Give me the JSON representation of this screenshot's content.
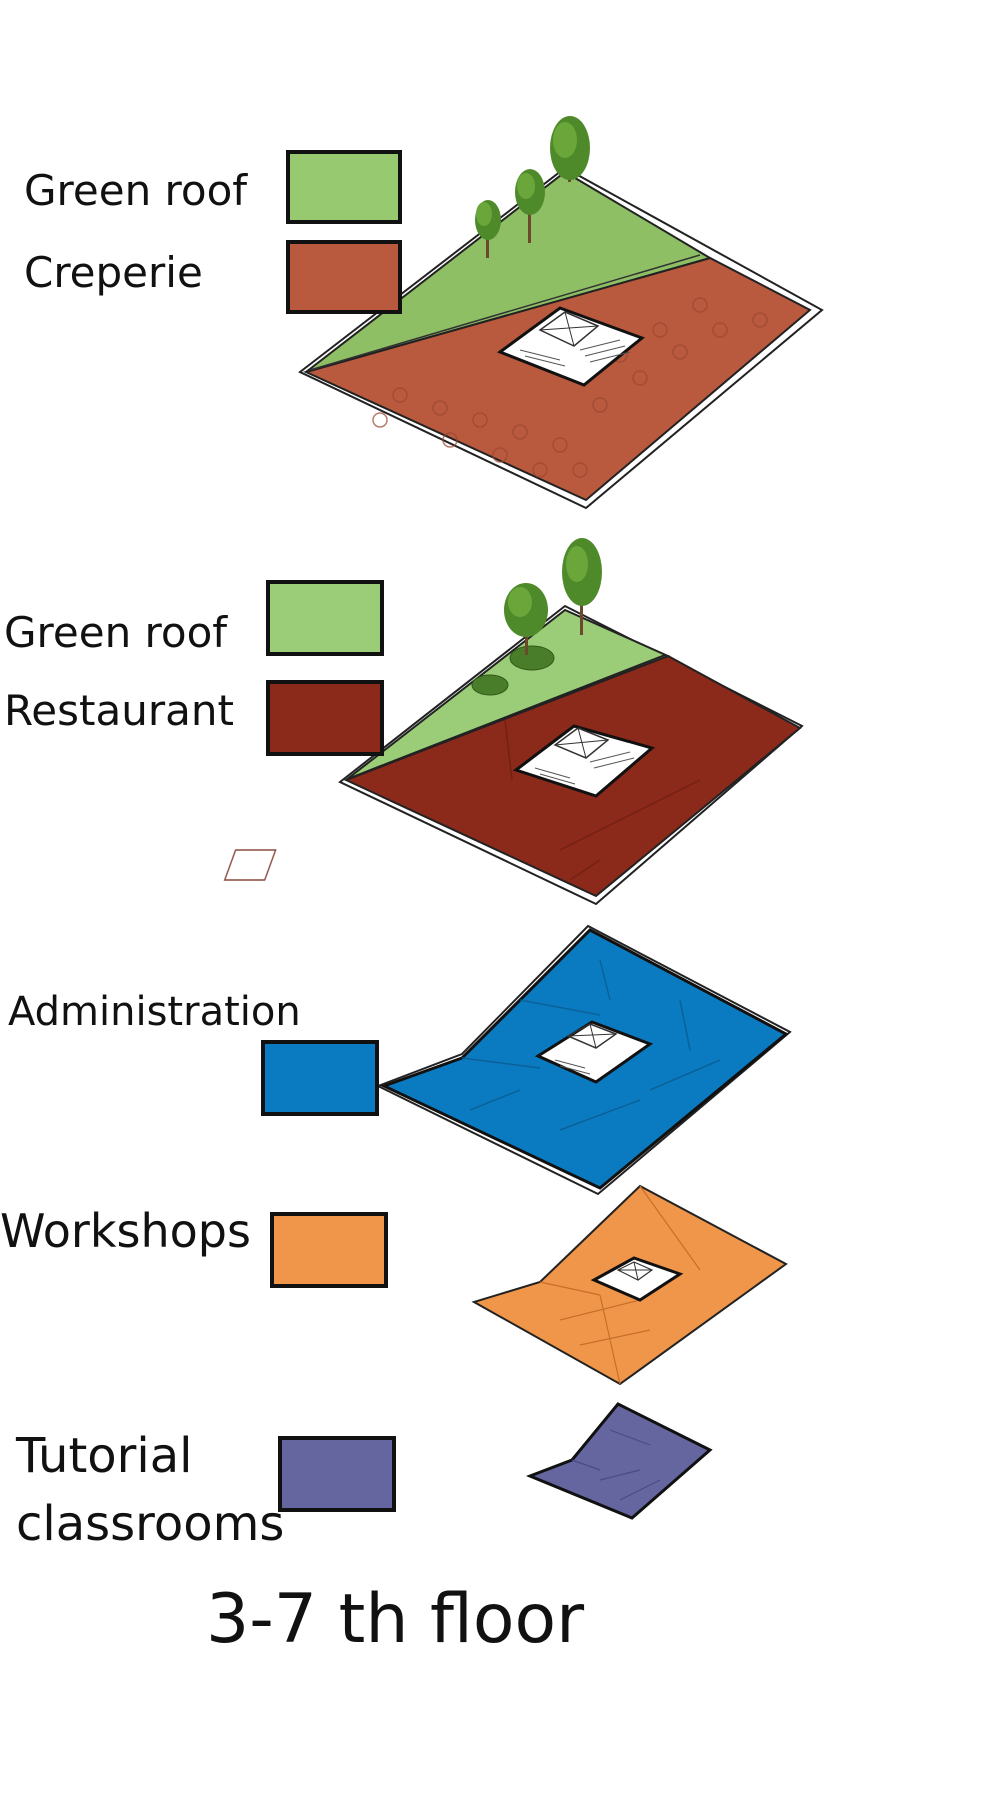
{
  "figure": {
    "title": "3-7 th floor"
  },
  "legend": [
    {
      "key": "green_roof_top",
      "label": "Green roof",
      "color": "#97c971"
    },
    {
      "key": "creperie",
      "label": "Creperie",
      "color": "#b95a3e"
    },
    {
      "key": "green_roof_mid",
      "label": "Green roof",
      "color": "#9bcd78"
    },
    {
      "key": "restaurant",
      "label": "Restaurant",
      "color": "#8b2a1b"
    },
    {
      "key": "administration",
      "label": "Administration",
      "color": "#0b7bc1"
    },
    {
      "key": "workshops",
      "label": "Workshops",
      "color": "#f0964b"
    },
    {
      "key": "tutorial_line1",
      "label": "Tutorial",
      "color": "#6566a0"
    },
    {
      "key": "tutorial_line2",
      "label": "classrooms"
    }
  ],
  "colors": {
    "outline": "#111111",
    "stair_core": "#ffffff",
    "tree_canopy": "#4e8a2a",
    "tree_trunk": "#6b4a2b"
  },
  "icons": [
    "tree-icon",
    "stair-core-icon"
  ]
}
